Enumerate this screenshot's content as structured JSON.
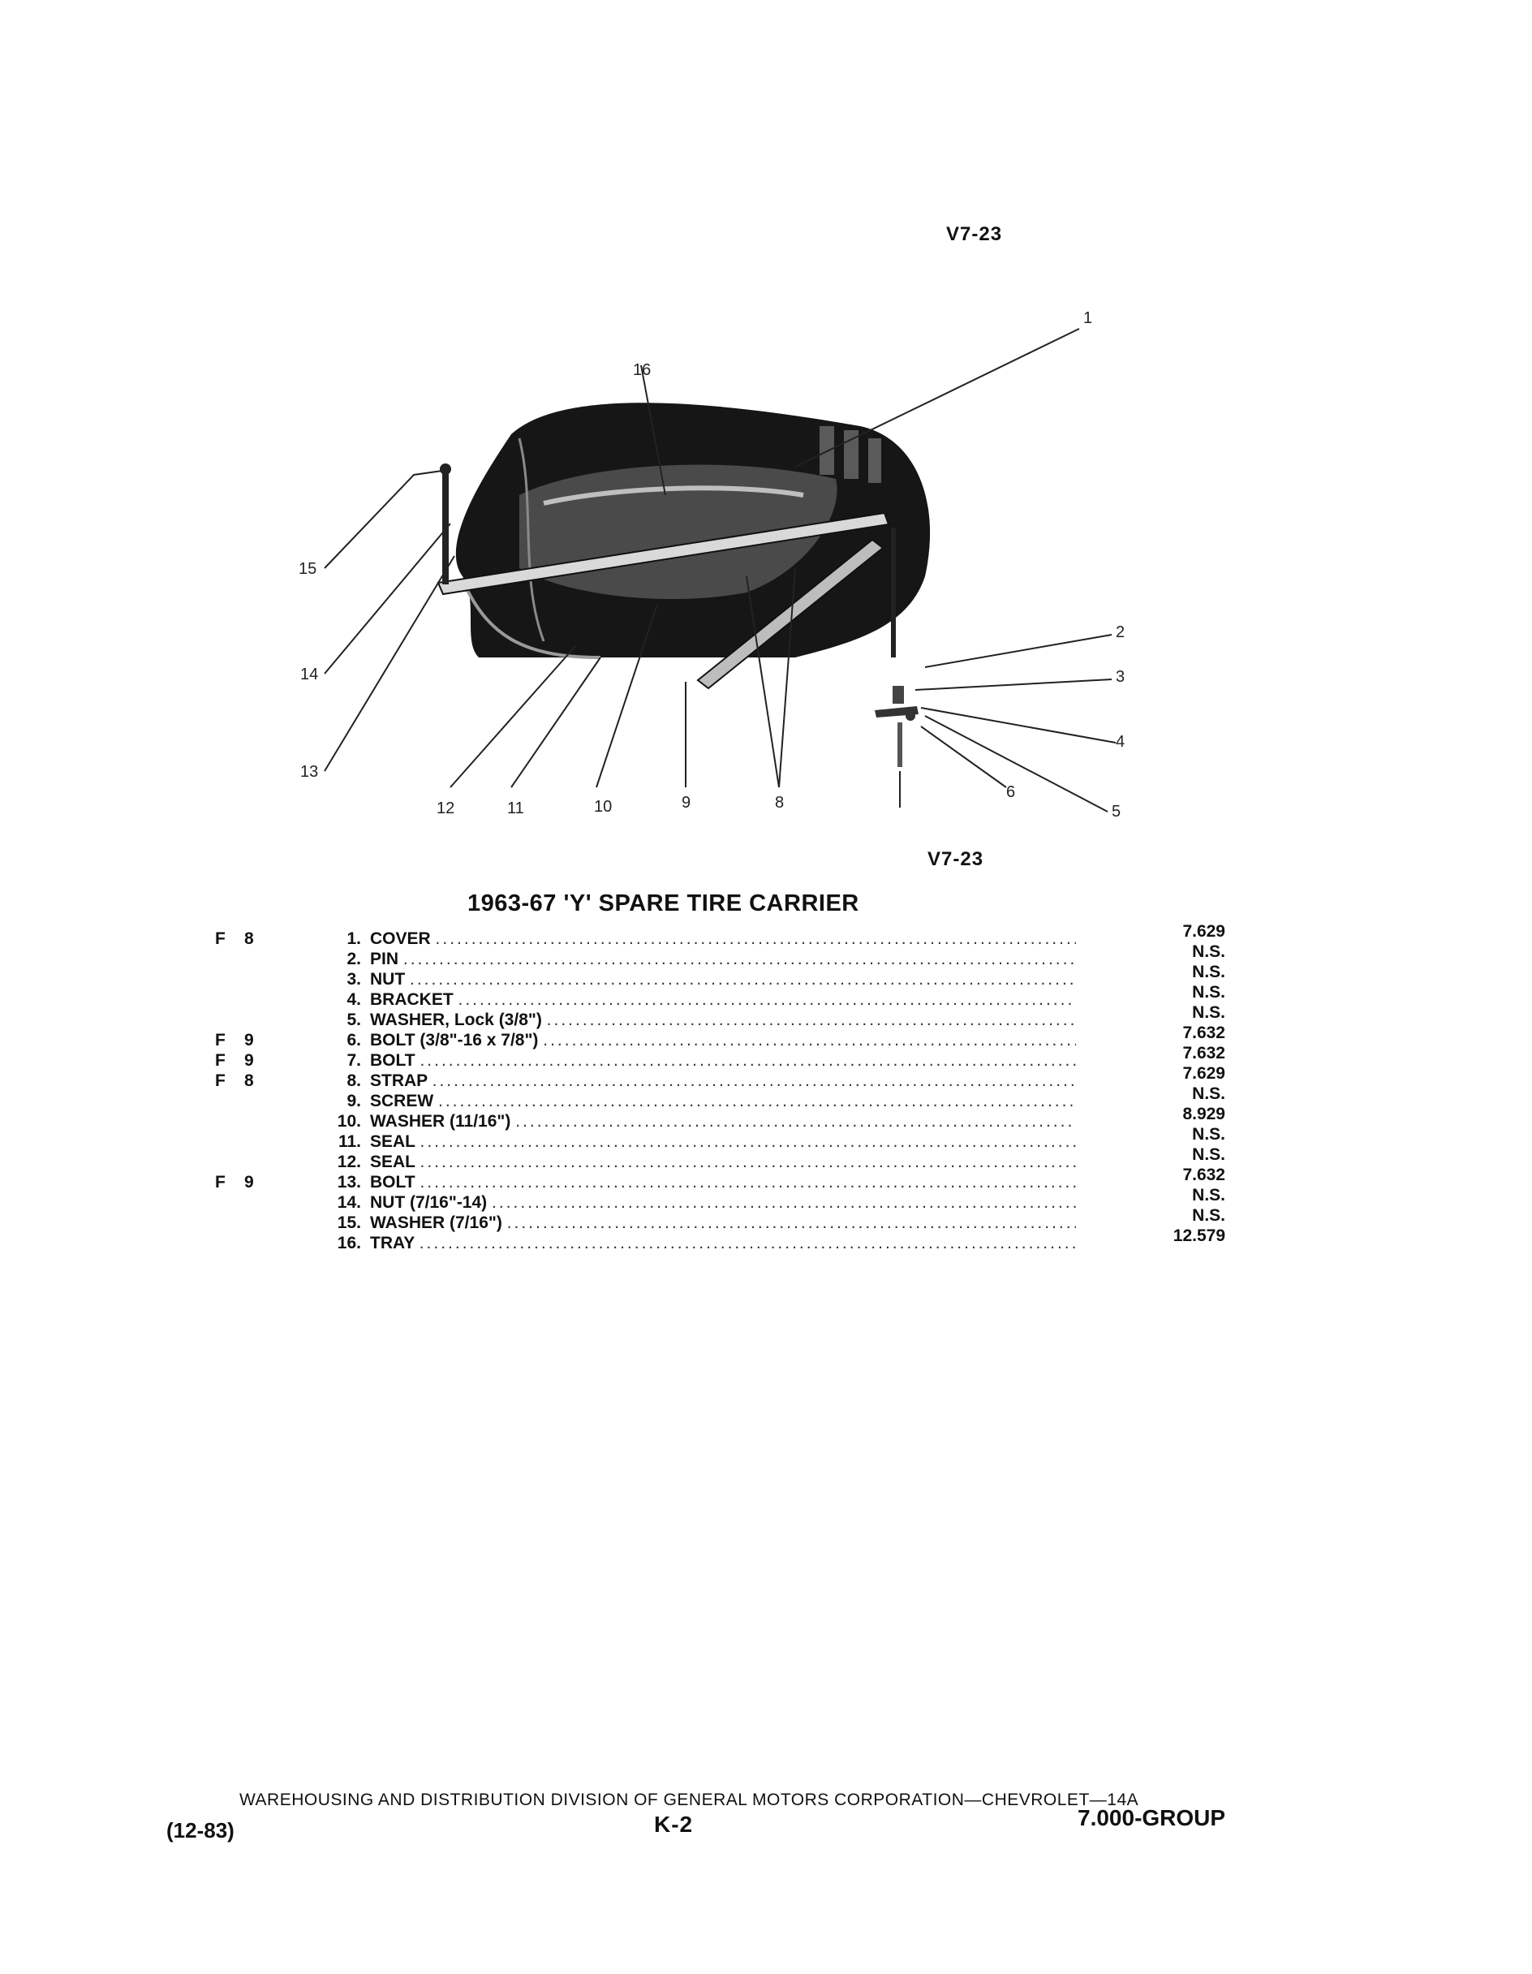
{
  "reference": {
    "top": "V7-23",
    "bottom": "V7-23"
  },
  "illustration": {
    "callouts": [
      "1",
      "2",
      "3",
      "4",
      "5",
      "6",
      "8",
      "9",
      "10",
      "11",
      "12",
      "13",
      "14",
      "15",
      "16"
    ]
  },
  "title": "1963-67 'Y' SPARE TIRE CARRIER",
  "parts": [
    {
      "fig_letter": "F",
      "fig_num": "8",
      "num": "1.",
      "desc": "COVER",
      "group": "7.629"
    },
    {
      "fig_letter": "",
      "fig_num": "",
      "num": "2.",
      "desc": "PIN",
      "group": "N.S."
    },
    {
      "fig_letter": "",
      "fig_num": "",
      "num": "3.",
      "desc": "NUT",
      "group": "N.S."
    },
    {
      "fig_letter": "",
      "fig_num": "",
      "num": "4.",
      "desc": "BRACKET",
      "group": "N.S."
    },
    {
      "fig_letter": "",
      "fig_num": "",
      "num": "5.",
      "desc": "WASHER, Lock (3/8\")",
      "group": "N.S."
    },
    {
      "fig_letter": "F",
      "fig_num": "9",
      "num": "6.",
      "desc": "BOLT (3/8\"-16 x 7/8\")",
      "group": "7.632"
    },
    {
      "fig_letter": "F",
      "fig_num": "9",
      "num": "7.",
      "desc": "BOLT",
      "group": "7.632"
    },
    {
      "fig_letter": "F",
      "fig_num": "8",
      "num": "8.",
      "desc": "STRAP",
      "group": "7.629"
    },
    {
      "fig_letter": "",
      "fig_num": "",
      "num": "9.",
      "desc": "SCREW",
      "group": "N.S."
    },
    {
      "fig_letter": "",
      "fig_num": "",
      "num": "10.",
      "desc": "WASHER (11/16\")",
      "group": "8.929"
    },
    {
      "fig_letter": "",
      "fig_num": "",
      "num": "11.",
      "desc": "SEAL",
      "group": "N.S."
    },
    {
      "fig_letter": "",
      "fig_num": "",
      "num": "12.",
      "desc": "SEAL",
      "group": "N.S."
    },
    {
      "fig_letter": "F",
      "fig_num": "9",
      "num": "13.",
      "desc": "BOLT",
      "group": "7.632"
    },
    {
      "fig_letter": "",
      "fig_num": "",
      "num": "14.",
      "desc": "NUT (7/16\"-14)",
      "group": "N.S."
    },
    {
      "fig_letter": "",
      "fig_num": "",
      "num": "15.",
      "desc": "WASHER (7/16\")",
      "group": "N.S."
    },
    {
      "fig_letter": "",
      "fig_num": "",
      "num": "16.",
      "desc": "TRAY",
      "group": "12.579"
    }
  ],
  "footer": {
    "organization": "WAREHOUSING AND DISTRIBUTION DIVISION OF GENERAL MOTORS CORPORATION—CHEVROLET—14A",
    "date": "(12-83)",
    "page": "K-2",
    "group": "7.000-GROUP"
  }
}
